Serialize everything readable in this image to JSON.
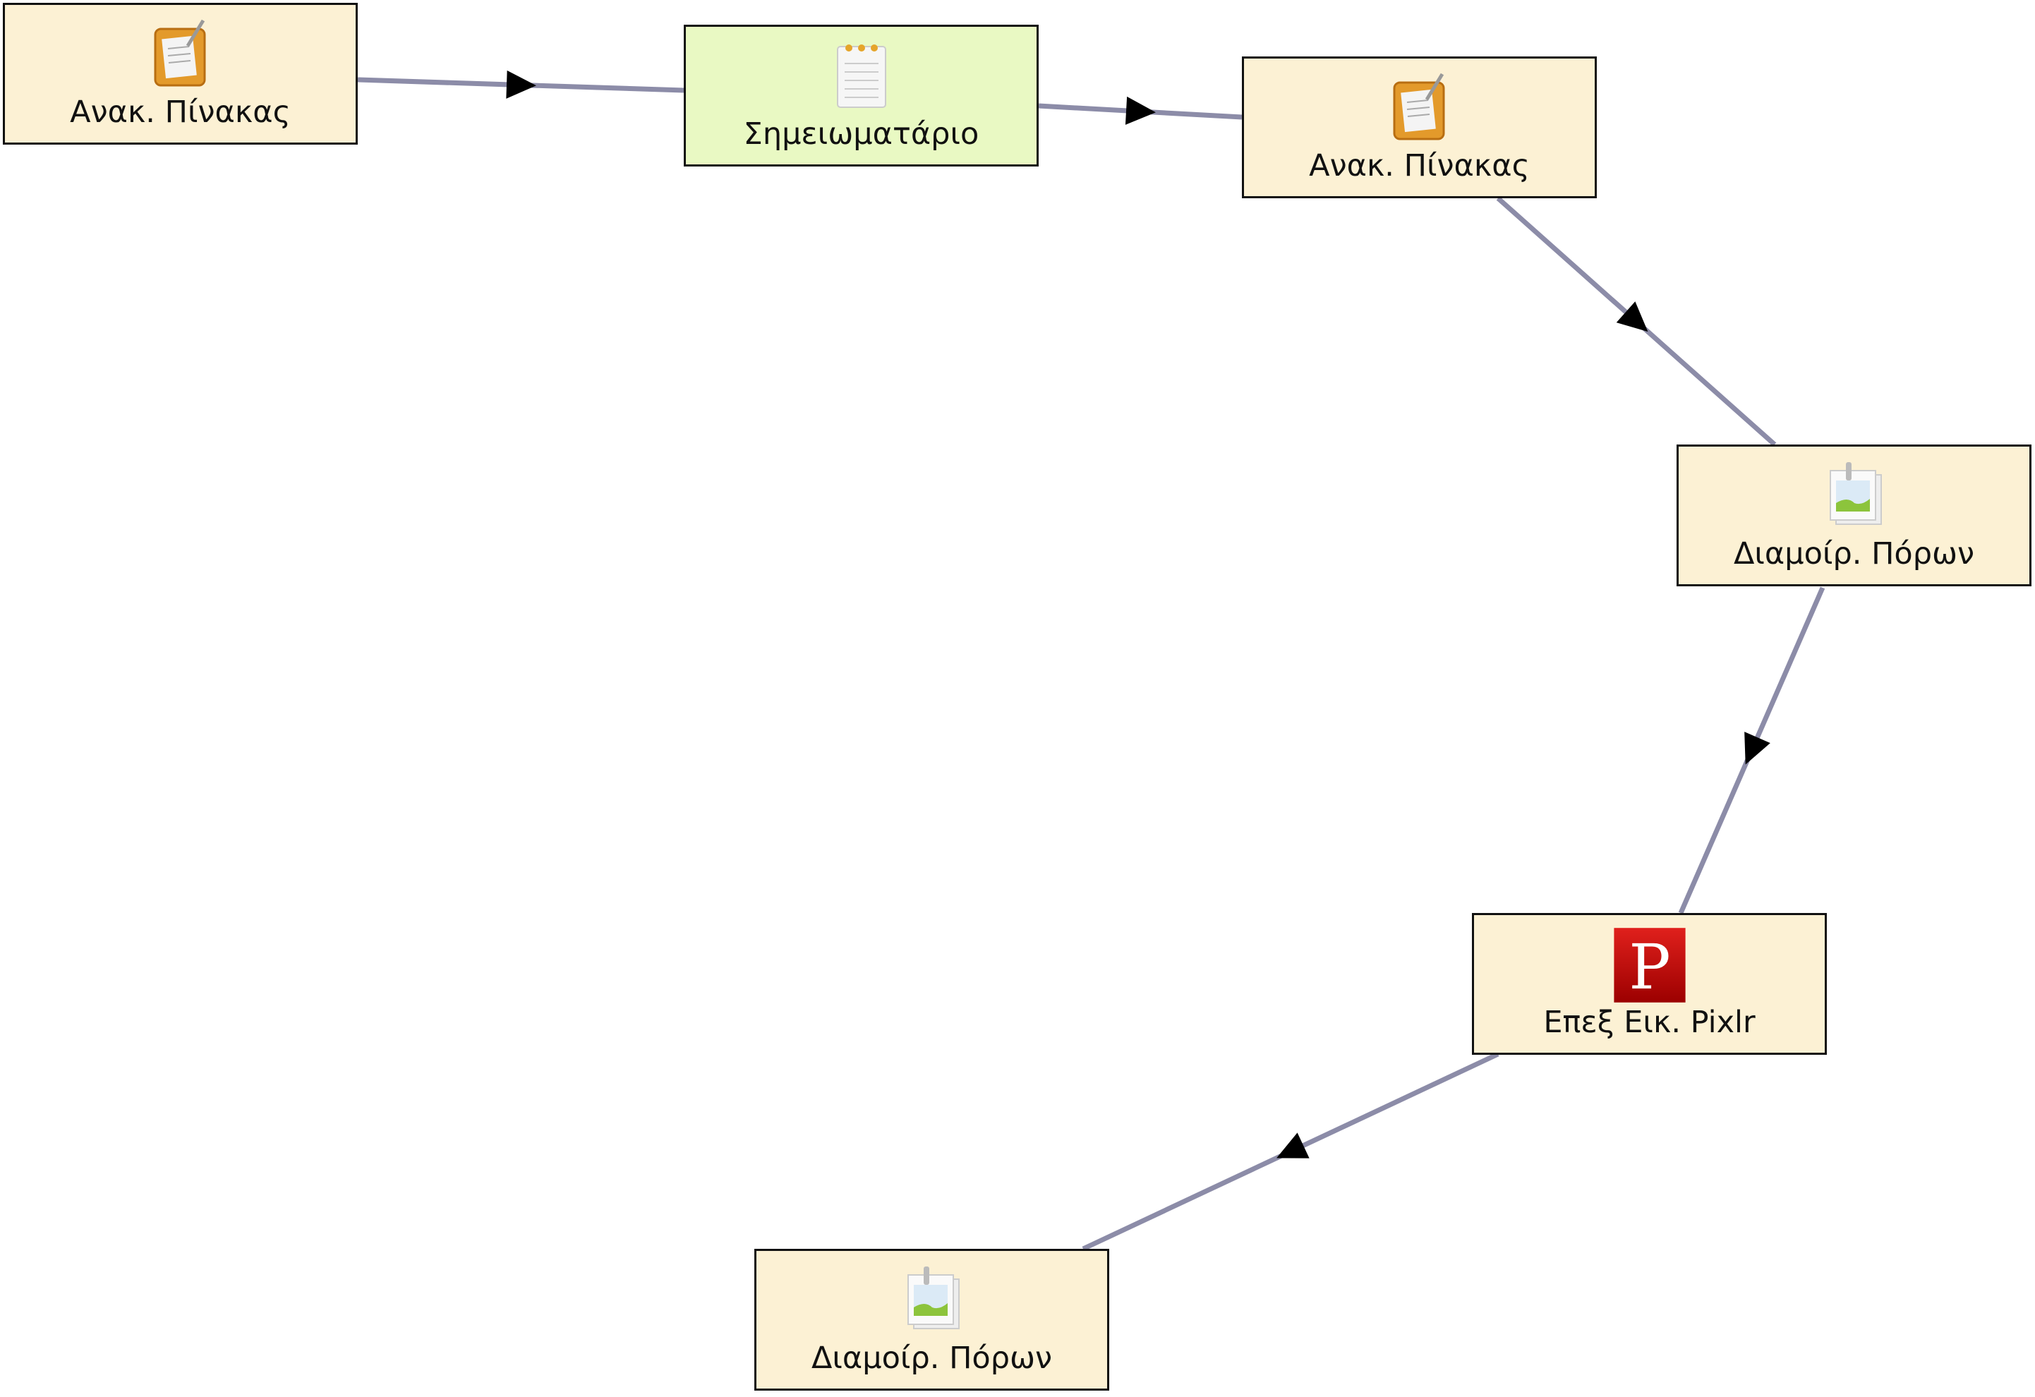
{
  "colors": {
    "node_fill": "#fcf1d4",
    "active_fill": "#e9f9c3",
    "edge": "#8c8ca8",
    "arrow": "#000000"
  },
  "nodes": [
    {
      "id": "n1",
      "label": "Ανακ. Πίνακας",
      "icon": "clipboard-icon"
    },
    {
      "id": "n2",
      "label": "Σημειωματάριο",
      "icon": "notepad-icon"
    },
    {
      "id": "n3",
      "label": "Ανακ. Πίνακας",
      "icon": "clipboard-icon"
    },
    {
      "id": "n4",
      "label": "Διαμοίρ. Πόρων",
      "icon": "image-share-icon"
    },
    {
      "id": "n5",
      "label": "Επεξ Εικ. Pixlr",
      "icon": "pixlr-icon",
      "icon_text": "P"
    },
    {
      "id": "n6",
      "label": "Διαμοίρ. Πόρων",
      "icon": "image-share-icon"
    }
  ],
  "edges": [
    {
      "from": "n1",
      "to": "n2"
    },
    {
      "from": "n2",
      "to": "n3"
    },
    {
      "from": "n3",
      "to": "n4"
    },
    {
      "from": "n4",
      "to": "n5"
    },
    {
      "from": "n5",
      "to": "n6"
    }
  ]
}
